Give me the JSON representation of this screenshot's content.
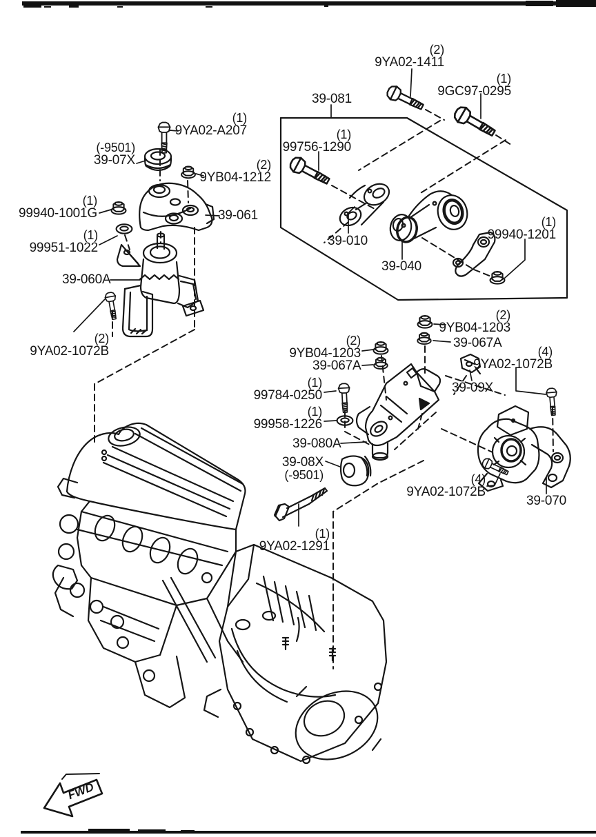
{
  "colors": {
    "ink": "#161616",
    "paper": "#ffffff"
  },
  "labels": {
    "a207": {
      "qty": "(1)",
      "part": "9YA02-A207"
    },
    "m39_07x": {
      "suffix": "(-9501)",
      "part": "39-07X"
    },
    "yb04_1212": {
      "qty": "(2)",
      "part": "9YB04-1212"
    },
    "n99940_1001g": {
      "qty": "(1)",
      "part": "99940-1001G"
    },
    "n99951_1022": {
      "qty": "(1)",
      "part": "99951-1022"
    },
    "m39_061": {
      "part": "39-061"
    },
    "m39_060a": {
      "part": "39-060A"
    },
    "ya02_1072b_left": {
      "qty": "(2)",
      "part": "9YA02-1072B"
    },
    "kit39_081": {
      "part": "39-081"
    },
    "n99756_1290": {
      "qty": "(1)",
      "part": "99756-1290"
    },
    "ya02_1411": {
      "qty": "(2)",
      "part": "9YA02-1411"
    },
    "gc97_0295": {
      "qty": "(1)",
      "part": "9GC97-0295"
    },
    "m39_010": {
      "part": "39-010"
    },
    "m39_040": {
      "part": "39-040"
    },
    "n99940_1201": {
      "qty": "(1)",
      "part": "99940-1201"
    },
    "yb04_1203_right": {
      "qty": "(2)",
      "part": "9YB04-1203"
    },
    "m39_067a_right": {
      "part": "39-067A"
    },
    "yb04_1203_left": {
      "qty": "(2)",
      "part": "9YB04-1203"
    },
    "m39_067a_left": {
      "part": "39-067A"
    },
    "ya02_1072b_top": {
      "qty": "(4)",
      "part": "9YA02-1072B"
    },
    "m39_09x": {
      "part": "39-09X"
    },
    "n99784_0250": {
      "qty": "(1)",
      "part": "99784-0250"
    },
    "n99958_1226": {
      "qty": "(1)",
      "part": "99958-1226"
    },
    "m39_080a": {
      "part": "39-080A"
    },
    "m39_08x": {
      "part": "39-08X",
      "suffix": "(-9501)"
    },
    "ya02_1072b_bottom": {
      "qty": "(4)",
      "part": "9YA02-1072B"
    },
    "m39_070": {
      "part": "39-070"
    },
    "ya02_1291": {
      "qty": "(1)",
      "part": "9YA02-1291"
    },
    "fwd_arrow": {
      "part": "FWD"
    }
  }
}
